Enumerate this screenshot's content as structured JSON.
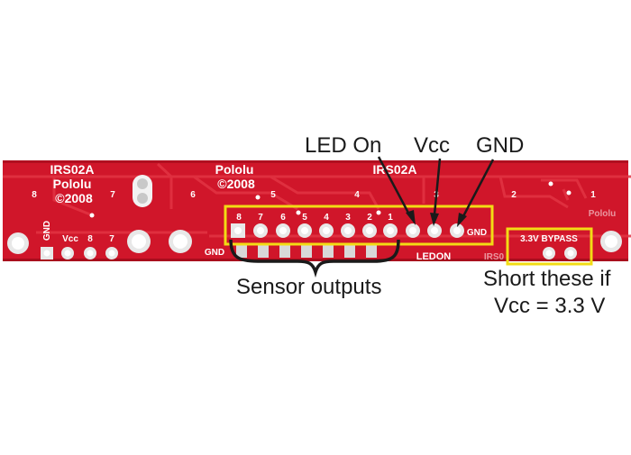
{
  "board": {
    "left_block": {
      "line1": "IRS02A",
      "line2": "Pololu",
      "line3": "©2008"
    },
    "center_block": {
      "line1": "Pololu",
      "line2": "©2008"
    },
    "right_block": {
      "line1": "IRS02A"
    },
    "right_edge_text": "Pololu",
    "top_numbers": [
      "8",
      "7",
      "6",
      "5",
      "4",
      "3",
      "2",
      "1"
    ],
    "left_pin_labels": [
      "GND",
      "Vcc",
      "8",
      "7"
    ],
    "header_numbers": [
      "8",
      "7",
      "6",
      "5",
      "4",
      "3",
      "2",
      "1"
    ],
    "header_gnd": "GND",
    "bottom_gnd": "GND",
    "ledon": "LEDON",
    "irs_bottom": "IRS0",
    "bypass_label": "3.3V BYPASS",
    "colors": {
      "pcb": "#d0162a",
      "trace": "#e0303c",
      "silk": "#ffffff",
      "highlight": "#f2dc14",
      "pad": "#e8e8e8",
      "callout": "#1a1a1a"
    }
  },
  "callouts": {
    "led_on": "LED On",
    "vcc": "Vcc",
    "gnd": "GND",
    "sensor_outputs": "Sensor outputs",
    "short_line1": "Short these if",
    "short_line2": "Vcc = 3.3 V"
  }
}
